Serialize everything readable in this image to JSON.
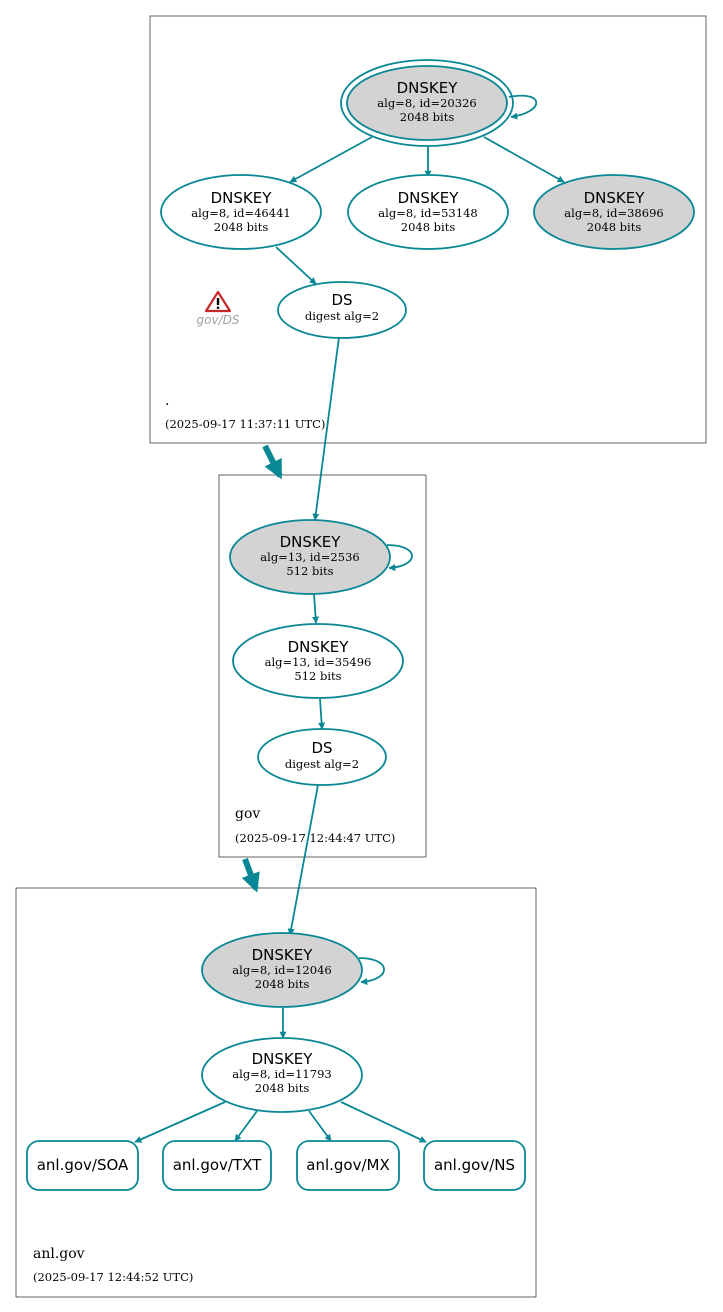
{
  "colors": {
    "edge": "#0a8794",
    "ksk_fill": "#d3d3d3",
    "node_fill": "#ffffff",
    "warning": "#c62828"
  },
  "zones": {
    "root": {
      "name": ".",
      "timestamp": "(2025-09-17 11:37:11 UTC)"
    },
    "gov": {
      "name": "gov",
      "timestamp": "(2025-09-17 12:44:47 UTC)"
    },
    "anl": {
      "name": "anl.gov",
      "timestamp": "(2025-09-17 12:44:52 UTC)"
    }
  },
  "nodes": {
    "root_ksk": {
      "title": "DNSKEY",
      "line1": "alg=8, id=20326",
      "line2": "2048 bits"
    },
    "root_zsk1": {
      "title": "DNSKEY",
      "line1": "alg=8, id=46441",
      "line2": "2048 bits"
    },
    "root_zsk2": {
      "title": "DNSKEY",
      "line1": "alg=8, id=53148",
      "line2": "2048 bits"
    },
    "root_zsk3": {
      "title": "DNSKEY",
      "line1": "alg=8, id=38696",
      "line2": "2048 bits"
    },
    "gov_ds": {
      "title": "DS",
      "line1": "digest alg=2"
    },
    "gov_ksk": {
      "title": "DNSKEY",
      "line1": "alg=13, id=2536",
      "line2": "512 bits"
    },
    "gov_zsk": {
      "title": "DNSKEY",
      "line1": "alg=13, id=35496",
      "line2": "512 bits"
    },
    "anl_ds": {
      "title": "DS",
      "line1": "digest alg=2"
    },
    "anl_ksk": {
      "title": "DNSKEY",
      "line1": "alg=8, id=12046",
      "line2": "2048 bits"
    },
    "anl_zsk": {
      "title": "DNSKEY",
      "line1": "alg=8, id=11793",
      "line2": "2048 bits"
    }
  },
  "warning": {
    "label": "gov/DS",
    "icon": "warning-triangle-icon"
  },
  "rrsets": [
    {
      "label": "anl.gov/SOA"
    },
    {
      "label": "anl.gov/TXT"
    },
    {
      "label": "anl.gov/MX"
    },
    {
      "label": "anl.gov/NS"
    }
  ]
}
